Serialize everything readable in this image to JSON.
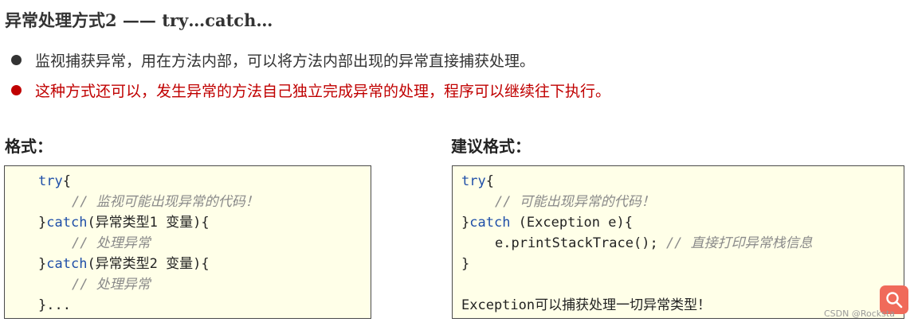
{
  "title": "异常处理方式2 —— try…catch…",
  "bullets": [
    {
      "text": "监视捕获异常，用在方法内部，可以将方法内部出现的异常直接捕获处理。",
      "color": "#333333"
    },
    {
      "text": "这种方式还可以，发生异常的方法自己独立完成异常的处理，程序可以继续往下执行。",
      "color": "#c00000"
    }
  ],
  "format": {
    "label": "格式：",
    "code": {
      "try_kw": "try",
      "open_brace": "{",
      "comment_monitor": "// 监视可能出现异常的代码！",
      "close_brace": "}",
      "catch_kw": "catch",
      "catch1_args": "(异常类型1 变量){",
      "comment_handle1": "// 处理异常",
      "catch2_args": "(异常类型2 变量){",
      "comment_handle2": "// 处理异常",
      "ending": "}..."
    }
  },
  "suggested": {
    "label": "建议格式：",
    "code": {
      "try_kw": "try",
      "open_brace": "{",
      "comment_may": "// 可能出现异常的代码！",
      "close_brace": "}",
      "catch_kw": "catch",
      "catch_args": " (Exception e){",
      "print_stmt": "e.printStackTrace(); ",
      "comment_print": "// 直接打印异常栈信息",
      "close_brace2": "}",
      "note": "Exception可以捕获处理一切异常类型！"
    }
  },
  "watermark": "CSDN @Rocksta",
  "icons": {
    "search": "search-icon"
  }
}
